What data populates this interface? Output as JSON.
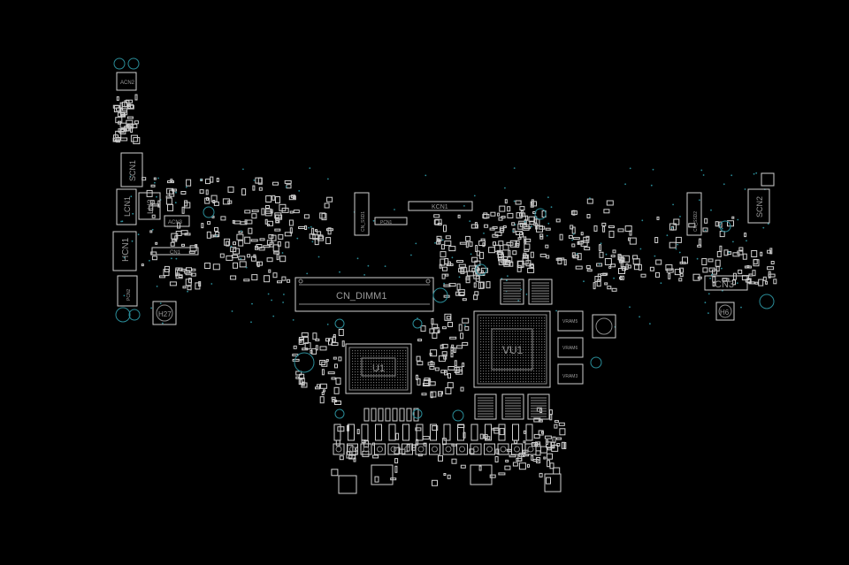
{
  "labels": {
    "cn_dimm1": "CN_DIMM1",
    "u1": "U1",
    "vu1": "VU1",
    "kcn1": "KCN1",
    "scn1": "SCN1",
    "scn2": "SCN2",
    "cn3": "CN3",
    "hcn1": "HCN1",
    "h27": "H27",
    "h6": "H6",
    "lu2": "LU2",
    "lcn1": "LCN1",
    "acn2": "ACN2",
    "acn3": "ACN3",
    "cn1": "CN1",
    "cn_ssd1": "CN_SSD1",
    "cn_ssd2": "CN_SSD2",
    "pcn1": "PCN1",
    "vram5": "VRAM5",
    "vram6": "VRAM6",
    "vram3": "VRAM3",
    "pcn2": "PCN2"
  },
  "colors": {
    "background": "#000000",
    "outline": "#cfcfcf",
    "mounting_hole": "#2a8c98",
    "via": "#2a8c98",
    "label": "#9a9a9a"
  }
}
